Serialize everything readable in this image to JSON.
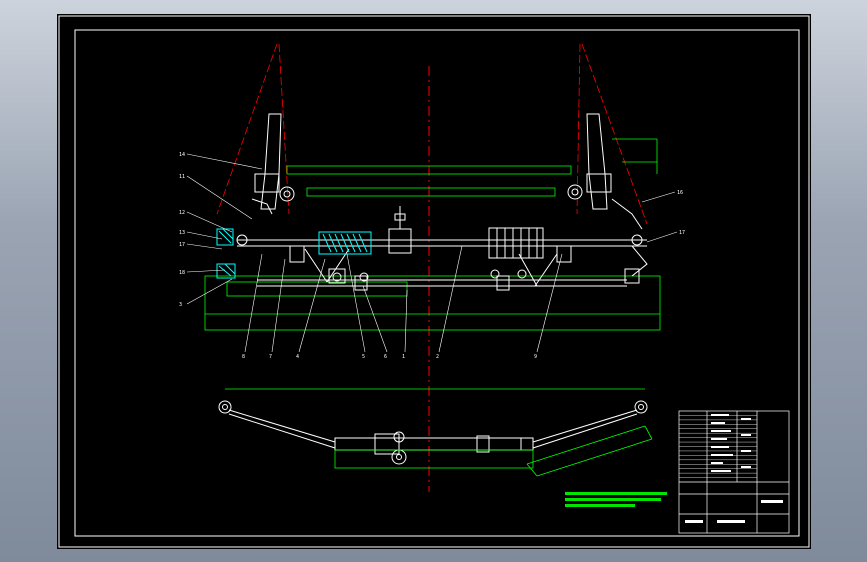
{
  "viewport": {
    "background": "#000000",
    "window_background": "#9aa4b3"
  },
  "colors": {
    "frame": "#ffffff",
    "geometry": "#ffffff",
    "dimension": "#00ff00",
    "centerline": "#ff0000",
    "hatch": "#00ffff",
    "leader": "#ffffff"
  },
  "leaders_left": [
    "14",
    "11",
    "12",
    "13",
    "17",
    "18",
    "3"
  ],
  "leaders_right": [
    "16",
    "17"
  ],
  "leaders_bottom": [
    "8",
    "7",
    "4",
    "5",
    "6",
    "1",
    "2",
    "9"
  ],
  "title_block": {
    "drawing_name": "",
    "rows": 16
  },
  "tech_notes_visible": true
}
